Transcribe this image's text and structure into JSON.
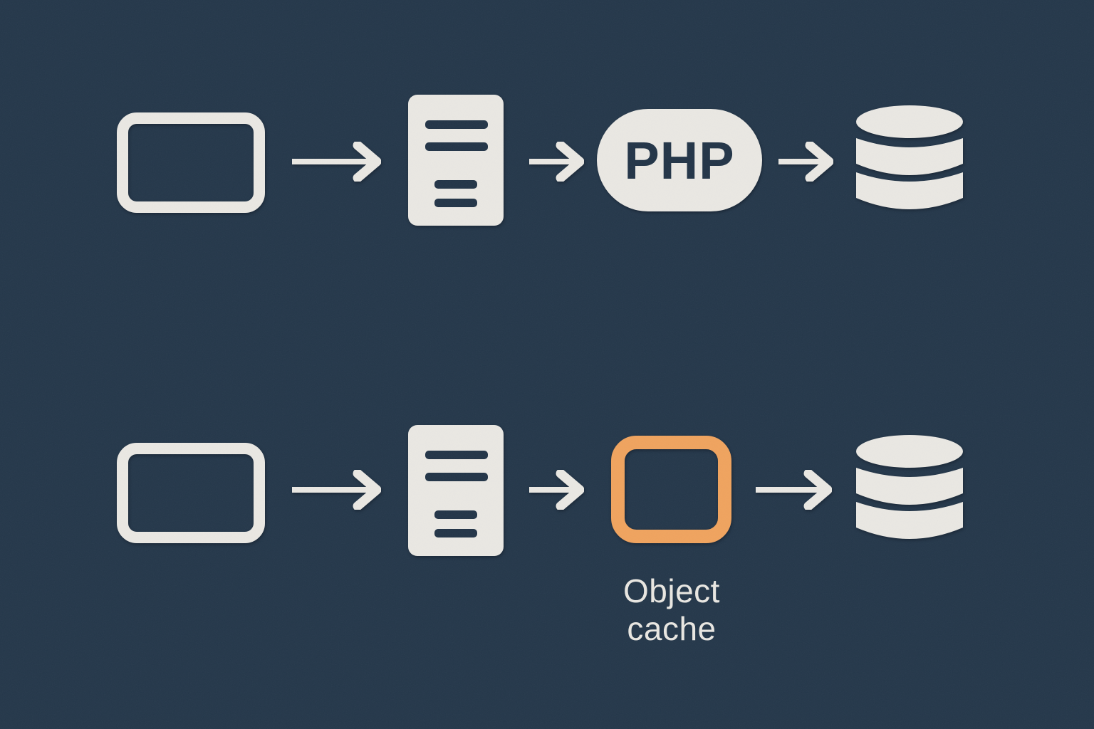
{
  "diagram": {
    "background_color": "#24374a",
    "icon_color": "#eae8e3",
    "mark_color": "#223447",
    "accent_color": "#f0a35e",
    "rows": [
      {
        "name": "flow-without-object-cache",
        "nodes": [
          {
            "icon": "browser-window-icon"
          },
          {
            "icon": "request-document-icon"
          },
          {
            "icon": "php-runtime-pill",
            "label": "PHP"
          },
          {
            "icon": "database-icon"
          }
        ],
        "connectors": [
          "arrow-right-icon",
          "arrow-right-icon",
          "arrow-right-icon"
        ]
      },
      {
        "name": "flow-with-object-cache",
        "nodes": [
          {
            "icon": "browser-window-icon"
          },
          {
            "icon": "request-document-icon"
          },
          {
            "icon": "object-cache-box",
            "caption": "Object cache"
          },
          {
            "icon": "database-icon"
          }
        ],
        "connectors": [
          "arrow-right-icon",
          "arrow-right-icon",
          "arrow-right-icon"
        ]
      }
    ]
  }
}
